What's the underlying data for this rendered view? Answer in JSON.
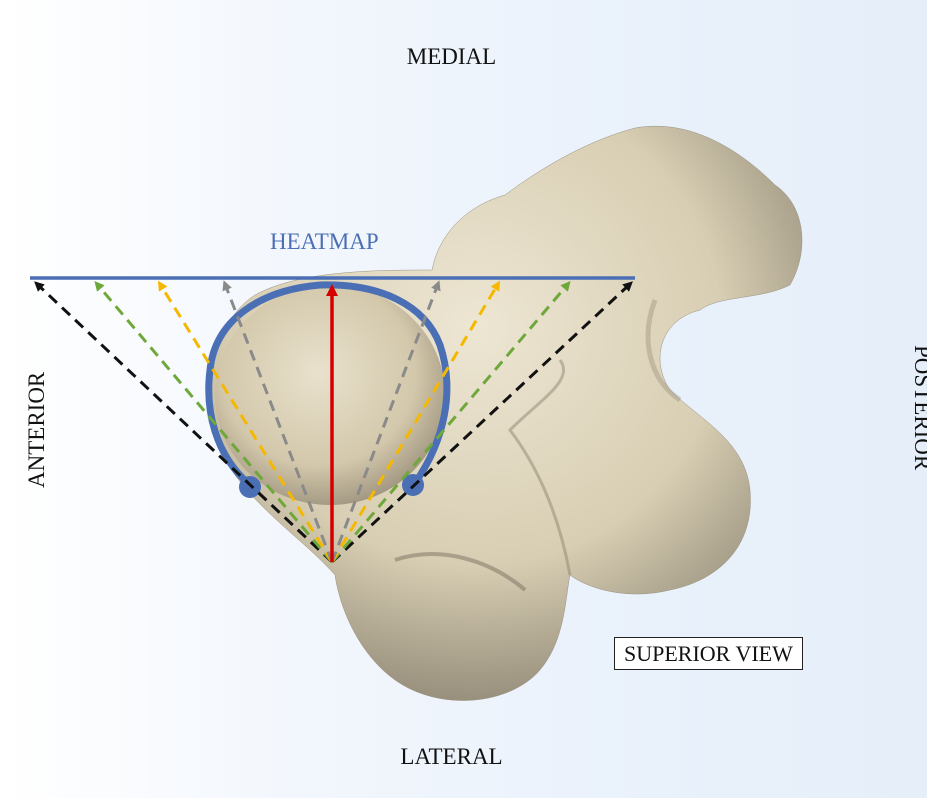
{
  "labels": {
    "medial": "MEDIAL",
    "lateral": "LATERAL",
    "anterior": "ANTERIOR",
    "posterior": "POSTERIOR",
    "heatmap": "HEATMAP",
    "view": "SUPERIOR VIEW"
  },
  "colors": {
    "bone": "#d9cfb4",
    "heatmap_outline": "#4a6fb5",
    "center_arrow": "#d40000",
    "arrow_outer": "#111111",
    "arrow_green": "#6fa83a",
    "arrow_yellow": "#f5b800",
    "arrow_gray": "#8a8a8a"
  }
}
